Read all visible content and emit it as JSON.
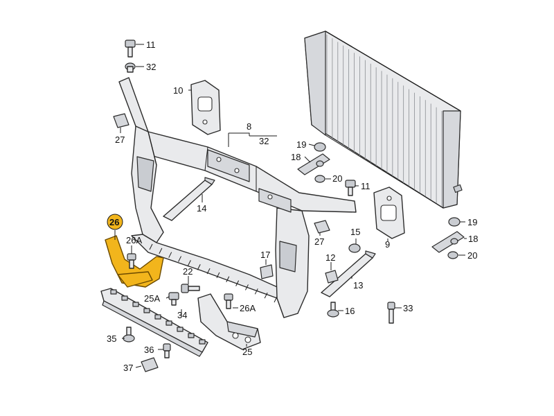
{
  "highlight_color": "#f2b51c",
  "labels": {
    "l11a": "11",
    "l32a": "32",
    "l10": "10",
    "l27a": "27",
    "l8": "8",
    "l32b": "32",
    "l19a": "19",
    "l18a": "18",
    "l20a": "20",
    "l11b": "11",
    "l14": "14",
    "l26": "26",
    "l26Aa": "26A",
    "l27b": "27",
    "l15": "15",
    "l9": "9",
    "l19b": "19",
    "l18b": "18",
    "l20b": "20",
    "l17": "17",
    "l12": "12",
    "l22": "22",
    "l13": "13",
    "l25Aa": "25A",
    "l26Ab": "26A",
    "l16": "16",
    "l33": "33",
    "l34": "34",
    "l35": "35",
    "l25": "25",
    "l36": "36",
    "l37": "37"
  }
}
